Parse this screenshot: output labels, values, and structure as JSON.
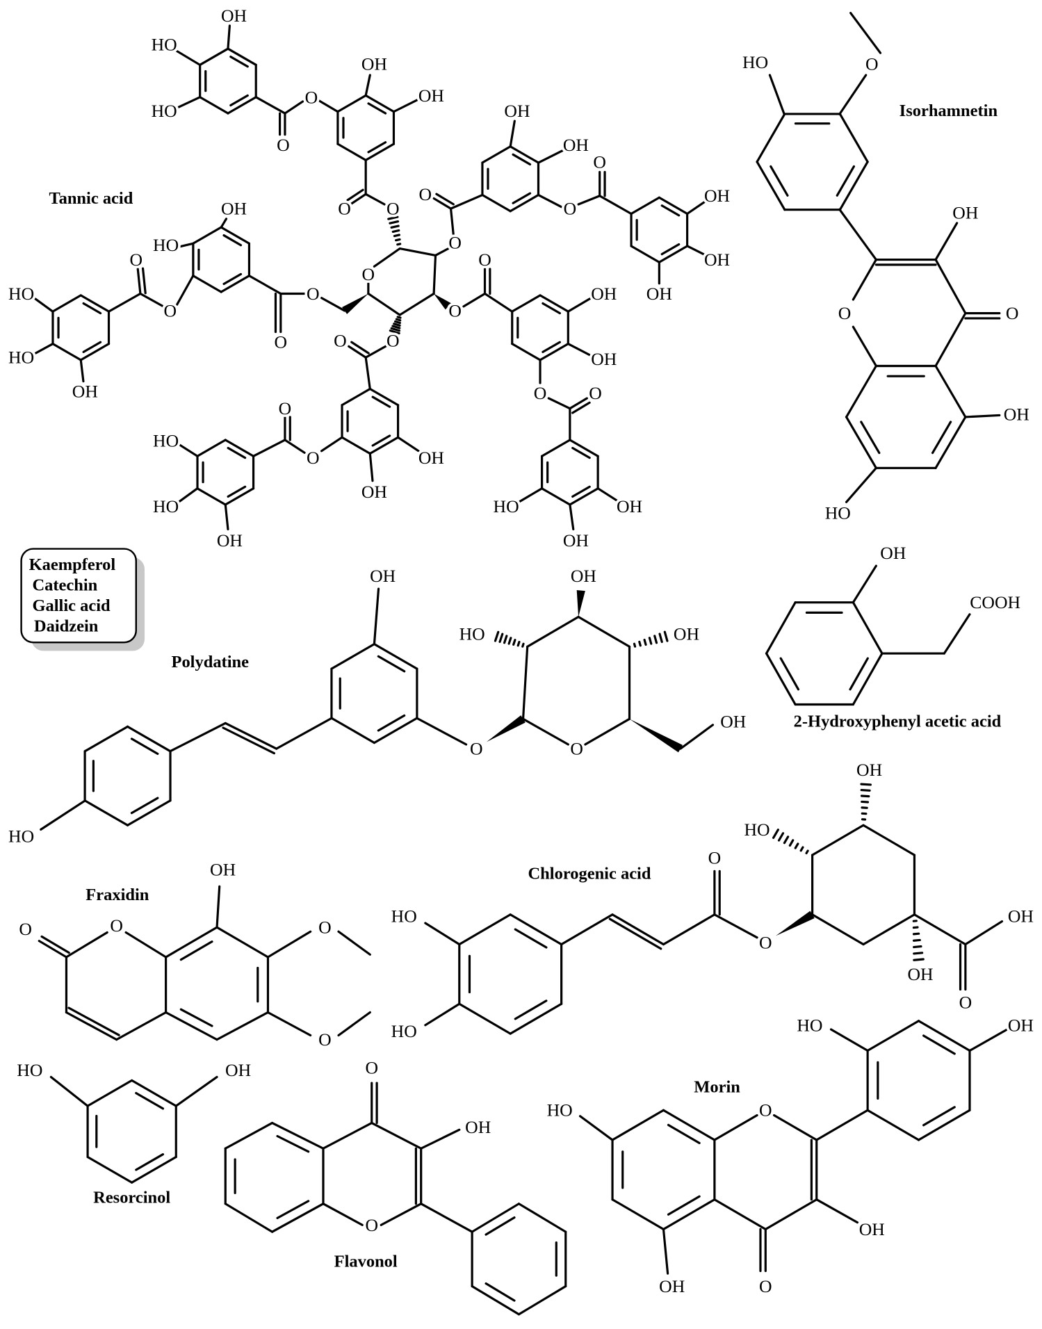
{
  "compounds": {
    "tannic_acid": {
      "name": "Tannic acid",
      "atoms": [
        "OH",
        "HO",
        "HO",
        "O",
        "O",
        "OH",
        "OH",
        "O",
        "O",
        "O",
        "O",
        "O",
        "OH",
        "OH",
        "O",
        "O",
        "OH",
        "OH",
        "OH",
        "OH",
        "HO",
        "O",
        "O",
        "O",
        "O",
        "HO",
        "HO",
        "OH",
        "O",
        "O",
        "OH",
        "OH",
        "O",
        "O",
        "HO",
        "OH",
        "OH",
        "O",
        "O",
        "OH",
        "OH",
        "O",
        "O",
        "HO",
        "HO",
        "OH"
      ]
    },
    "isorhamnetin": {
      "name": "Isorhamnetin",
      "atoms": [
        "HO",
        "O",
        "O",
        "OH",
        "O",
        "OH",
        "HO"
      ]
    },
    "hydroxyphenyl_acetic_acid": {
      "name": "2-Hydroxyphenyl acetic acid",
      "atoms": [
        "OH",
        "COOH"
      ]
    },
    "polydatine": {
      "name": "Polydatine",
      "atoms": [
        "HO",
        "OH",
        "O",
        "O",
        "HO",
        "OH",
        "OH",
        "OH"
      ]
    },
    "fraxidin": {
      "name": "Fraxidin",
      "atoms": [
        "O",
        "O",
        "OH",
        "O",
        "O"
      ]
    },
    "chlorogenic_acid": {
      "name": "Chlorogenic acid",
      "atoms": [
        "HO",
        "HO",
        "O",
        "O",
        "HO",
        "OH",
        "OH",
        "OH",
        "O"
      ]
    },
    "resorcinol": {
      "name": "Resorcinol",
      "atoms": [
        "HO",
        "OH"
      ]
    },
    "flavonol": {
      "name": "Flavonol",
      "atoms": [
        "O",
        "OH",
        "O"
      ]
    },
    "morin": {
      "name": "Morin",
      "atoms": [
        "HO",
        "OH",
        "O",
        "O",
        "OH",
        "HO",
        "OH"
      ]
    }
  },
  "legend": {
    "items": [
      "Kaempferol",
      "Catechin",
      "Gallic acid",
      "Daidzein"
    ]
  }
}
